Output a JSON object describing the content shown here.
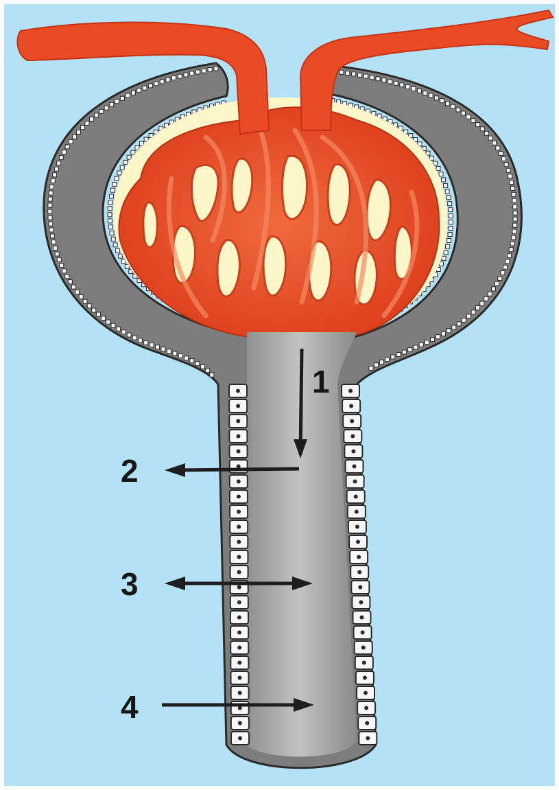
{
  "diagram": {
    "labels": {
      "l1": "1",
      "l2": "2",
      "l3": "3",
      "l4": "4"
    },
    "colors": {
      "background": "#b3e1f5",
      "frame": "#ffffff",
      "capillary": "#ea4a24",
      "capillary_highlight": "#f48a62",
      "capsule_space": "#fdf7c9",
      "tubule_wall": "#7d7d7d",
      "lumen": "#bcbcbc",
      "cell_fill": "#f8f8f8",
      "cell_outline": "#2a2a2a",
      "arrow": "#1d1d1d"
    }
  }
}
